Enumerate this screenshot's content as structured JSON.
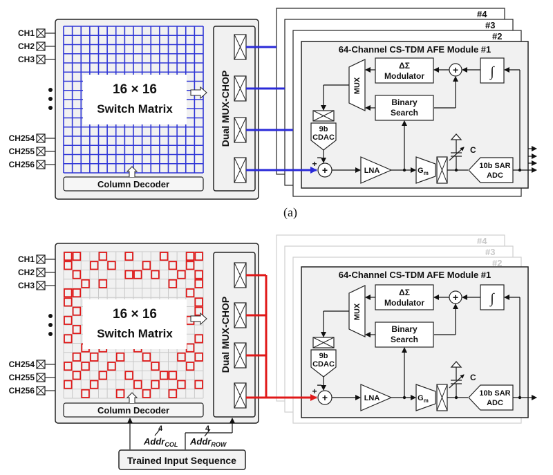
{
  "top": {
    "channels_top": [
      "CH1",
      "CH2",
      "CH3"
    ],
    "channels_bottom": [
      "CH254",
      "CH255",
      "CH256"
    ],
    "matrix_line1": "16 × 16",
    "matrix_line2": "Switch Matrix",
    "column_decoder": "Column Decoder",
    "mux_chop": "Dual MUX-CHOP",
    "module_stack": [
      "#4",
      "#3",
      "#2"
    ],
    "module_title": "64-Channel CS-TDM AFE Module #1",
    "ds_line1": "ΔΣ",
    "ds_line2": "Modulator",
    "mux": "MUX",
    "bin_line1": "Binary",
    "bin_line2": "Search",
    "cdac_line1": "9b",
    "cdac_line2": "CDAC",
    "lna": "LNA",
    "gm_base": "G",
    "gm_sub": "m",
    "cap": "C",
    "sar_line1": "10b SAR",
    "sar_line2": "ADC",
    "integ": "∫",
    "plus": "+",
    "minus": "−",
    "caption": "(a)"
  },
  "bottom": {
    "channels_top": [
      "CH1",
      "CH2",
      "CH3"
    ],
    "channels_bottom": [
      "CH254",
      "CH255",
      "CH256"
    ],
    "matrix_line1": "16 × 16",
    "matrix_line2": "Switch Matrix",
    "column_decoder": "Column Decoder",
    "mux_chop": "Dual MUX-CHOP",
    "module_stack": [
      "#4",
      "#3",
      "#2"
    ],
    "module_title": "64-Channel CS-TDM AFE Module #1",
    "ds_line1": "ΔΣ",
    "ds_line2": "Modulator",
    "mux": "MUX",
    "bin_line1": "Binary",
    "bin_line2": "Search",
    "cdac_line1": "9b",
    "cdac_line2": "CDAC",
    "lna": "LNA",
    "gm_base": "G",
    "gm_sub": "m",
    "cap": "C",
    "sar_line1": "10b SAR",
    "sar_line2": "ADC",
    "integ": "∫",
    "plus": "+",
    "minus": "−",
    "bus_width_col": "4",
    "bus_width_row": "4",
    "addr_col_base": "Addr",
    "addr_col_sub": "COL",
    "addr_row_base": "Addr",
    "addr_row_sub": "ROW",
    "trained_input": "Trained Input Sequence"
  },
  "colors": {
    "grid_blue": "#2f36d6",
    "wire_blue": "#2a2ad8",
    "wire_red": "#e01818",
    "grid_gray": "#c9c9c9",
    "panel_fill": "#f1f1f1",
    "stack_faded": "#c8c8c8"
  },
  "selected_cells": [
    [
      0,
      0
    ],
    [
      0,
      1
    ],
    [
      0,
      4
    ],
    [
      0,
      7
    ],
    [
      0,
      11
    ],
    [
      0,
      14
    ],
    [
      0,
      15
    ],
    [
      1,
      0
    ],
    [
      1,
      3
    ],
    [
      1,
      5
    ],
    [
      1,
      9
    ],
    [
      1,
      12
    ],
    [
      1,
      14
    ],
    [
      2,
      1
    ],
    [
      2,
      7
    ],
    [
      2,
      8
    ],
    [
      2,
      10
    ],
    [
      2,
      13
    ],
    [
      2,
      15
    ],
    [
      3,
      2
    ],
    [
      3,
      4
    ],
    [
      3,
      12
    ],
    [
      3,
      15
    ],
    [
      4,
      0
    ],
    [
      4,
      1
    ],
    [
      4,
      14
    ],
    [
      5,
      0
    ],
    [
      5,
      15
    ],
    [
      6,
      1
    ],
    [
      6,
      13
    ],
    [
      6,
      15
    ],
    [
      7,
      0
    ],
    [
      7,
      14
    ],
    [
      8,
      1
    ],
    [
      8,
      3
    ],
    [
      8,
      6
    ],
    [
      8,
      8
    ],
    [
      8,
      10
    ],
    [
      8,
      13
    ],
    [
      9,
      0
    ],
    [
      9,
      5
    ],
    [
      9,
      7
    ],
    [
      9,
      9
    ],
    [
      9,
      11
    ],
    [
      9,
      12
    ],
    [
      9,
      15
    ],
    [
      10,
      2
    ],
    [
      10,
      4
    ],
    [
      10,
      8
    ],
    [
      10,
      14
    ],
    [
      11,
      1
    ],
    [
      11,
      3
    ],
    [
      11,
      6
    ],
    [
      11,
      9
    ],
    [
      11,
      13
    ],
    [
      11,
      15
    ],
    [
      12,
      0
    ],
    [
      12,
      2
    ],
    [
      12,
      5
    ],
    [
      12,
      10
    ],
    [
      12,
      14
    ],
    [
      13,
      1
    ],
    [
      13,
      4
    ],
    [
      13,
      7
    ],
    [
      13,
      11
    ],
    [
      13,
      12
    ],
    [
      14,
      0
    ],
    [
      14,
      3
    ],
    [
      14,
      8
    ],
    [
      14,
      10
    ],
    [
      14,
      13
    ],
    [
      14,
      15
    ],
    [
      15,
      2
    ],
    [
      15,
      6
    ],
    [
      15,
      9
    ],
    [
      15,
      12
    ]
  ]
}
